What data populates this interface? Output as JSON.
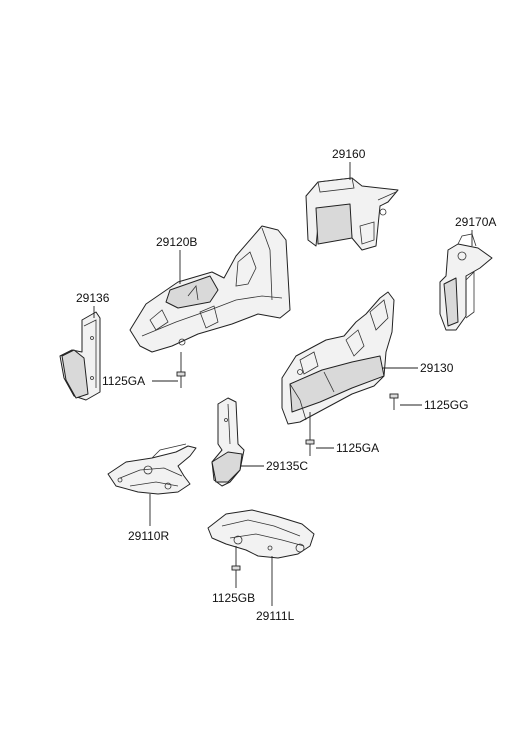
{
  "labels": {
    "p29160": "29160",
    "p29170a": "29170A",
    "p29120b": "29120B",
    "p29136": "29136",
    "p1125ga_left": "1125GA",
    "p29130": "29130",
    "p1125gg": "1125GG",
    "p1125ga_right": "1125GA",
    "p29135c": "29135C",
    "p29110r": "29110R",
    "p1125gb": "1125GB",
    "p29111l": "29111L"
  }
}
